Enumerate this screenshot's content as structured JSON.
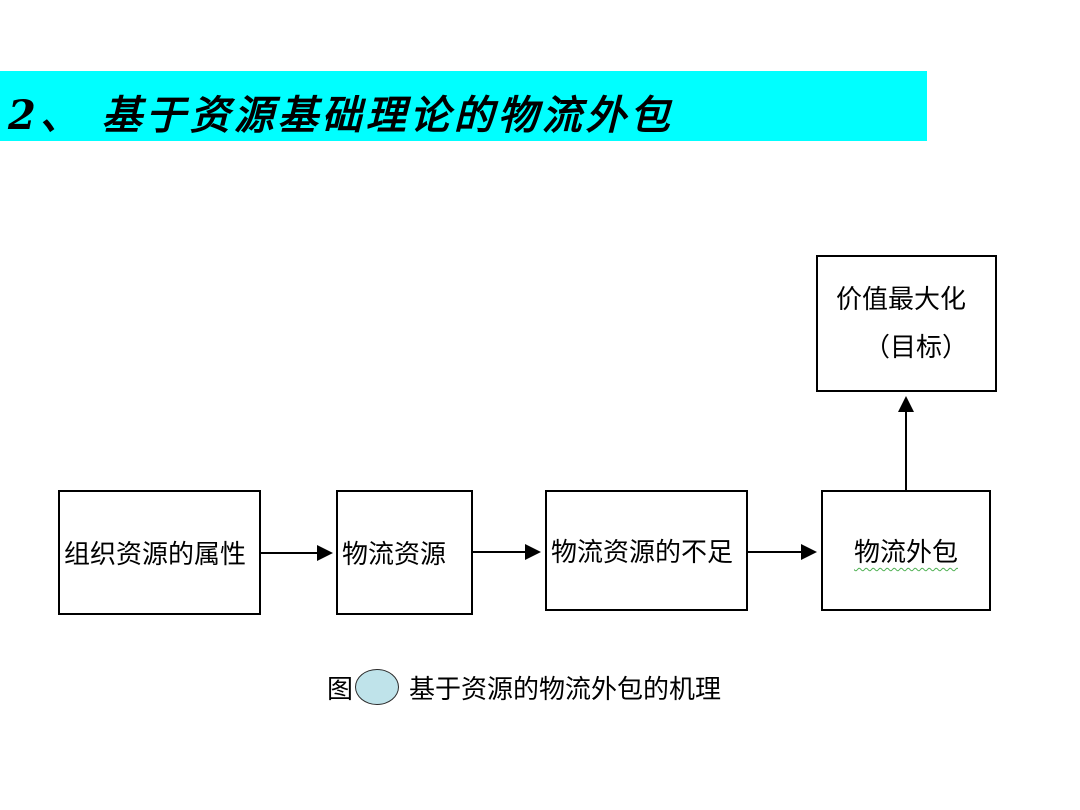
{
  "title": "2、 基于资源基础理论的物流外包",
  "diagram": {
    "boxes": {
      "attributes": "组织资源的属性",
      "resources": "物流资源",
      "shortage": "物流资源的不足",
      "outsourcing": "物流外包",
      "goal_line1": "价值最大化",
      "goal_line2": "（目标）"
    },
    "caption": {
      "prefix": "图",
      "text": "基于资源的物流外包的机理"
    }
  },
  "colors": {
    "title_bar": "#00ffff",
    "caption_oval": "#bfe3ea",
    "spell_underline": "#4caf50"
  }
}
